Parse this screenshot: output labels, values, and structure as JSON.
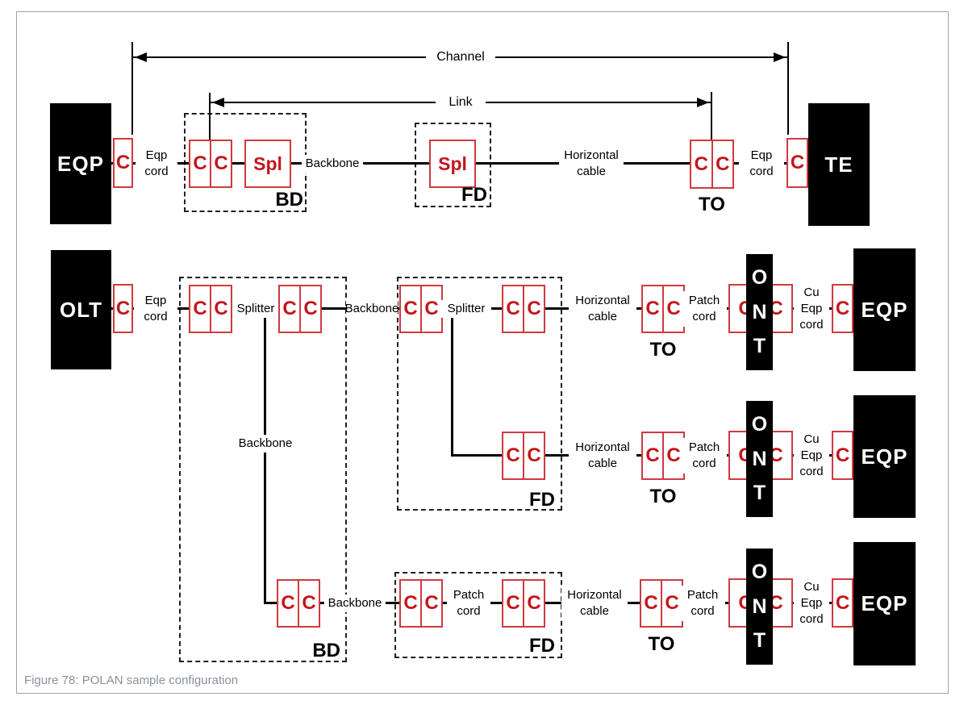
{
  "figure": {
    "caption": "Figure 78: POLAN sample configuration"
  },
  "measures": {
    "channel": "Channel",
    "link": "Link"
  },
  "nodes": {
    "eqp": "EQP",
    "te": "TE",
    "olt": "OLT",
    "ont": "ONT"
  },
  "connectors": {
    "c": "C",
    "spl": "Spl"
  },
  "groups": {
    "bd": "BD",
    "fd": "FD",
    "to": "TO"
  },
  "cables": {
    "eqp_cord": "Eqp\ncord",
    "backbone": "Backbone",
    "horizontal_cable": "Horizontal\ncable",
    "splitter": "Splitter",
    "patch_cord": "Patch\ncord",
    "cu_eqp_cord": "Cu\nEqp\ncord"
  },
  "colors": {
    "red": "#c3161c",
    "red_border": "#cf3a3f",
    "line": "#000000",
    "caption_text": "#8b919b"
  }
}
